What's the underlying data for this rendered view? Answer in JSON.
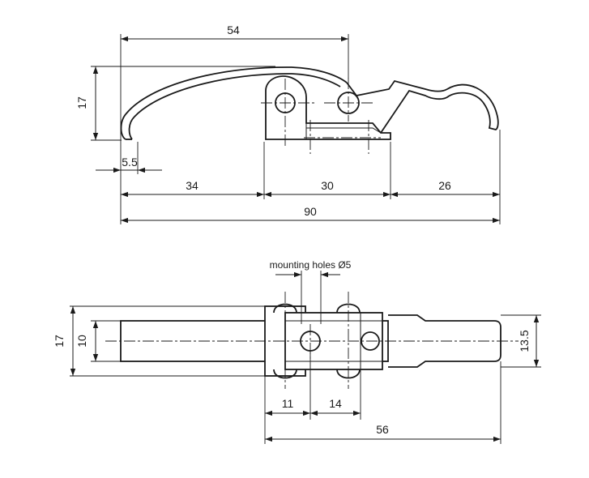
{
  "side_view": {
    "dims": {
      "overall_top": "54",
      "height": "17",
      "hook_width": "5.5",
      "seg_left": "34",
      "seg_mid": "30",
      "seg_right": "26",
      "total": "90"
    }
  },
  "top_view": {
    "note": "mounting holes Ø5",
    "dims": {
      "height_outer": "17",
      "height_inner": "10",
      "width_right": "13.5",
      "hole_gap_1": "11",
      "hole_gap_2": "14",
      "overall": "56"
    }
  }
}
